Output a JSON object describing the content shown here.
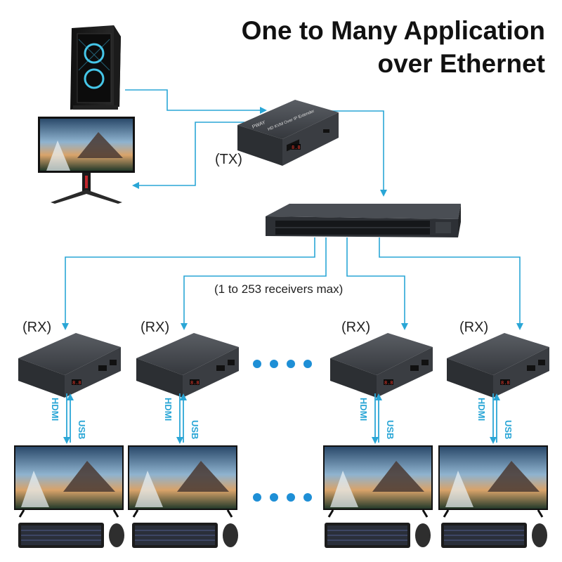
{
  "title": {
    "line1": "One to Many Application",
    "line2": "over Ethernet"
  },
  "labels": {
    "tx": "(TX)",
    "rx": "(RX)",
    "receivers_note": "(1 to 253 receivers max)",
    "hdmi": "HDMI",
    "usb": "USB",
    "brand": "PWAY",
    "device_text": "HD KVM Over IP Extender",
    "display_code": "8.8"
  },
  "colors": {
    "arrow": "#2aa6d6",
    "device": "#3c3f44",
    "dots": "#1e8fd6"
  }
}
